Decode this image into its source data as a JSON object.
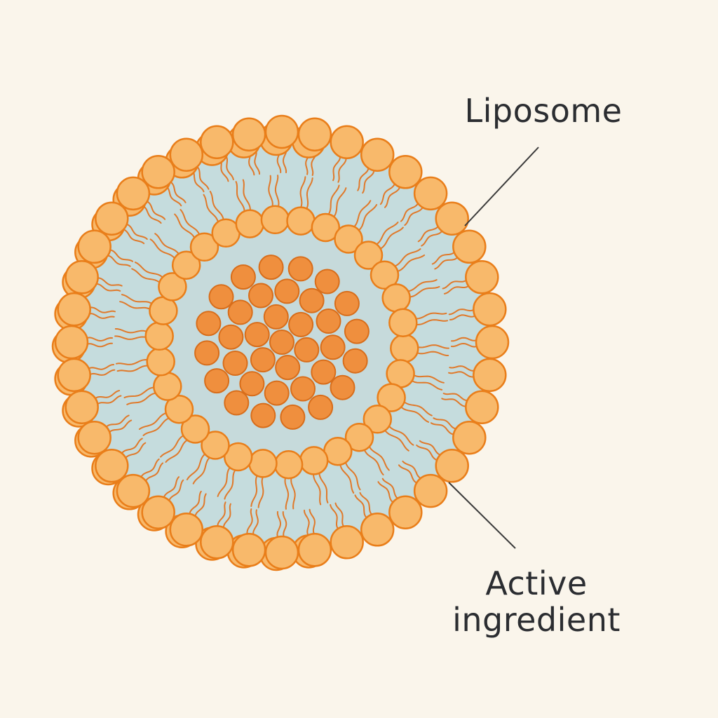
{
  "labels": {
    "liposome": "Liposome",
    "active_line1": "Active",
    "active_line2": "ingredient"
  },
  "colors": {
    "background": "#faf5eb",
    "head_fill": "#f8b96b",
    "head_stroke": "#e97e1a",
    "tail_stroke": "#e0792a",
    "aqueous_fill": "#c5dcdd",
    "core_fill": "#c6dadb",
    "particle_fill": "#ef8f3e",
    "particle_stroke": "#d86d1a",
    "leader_line": "#3a3a3a",
    "text": "#2b2d31"
  }
}
